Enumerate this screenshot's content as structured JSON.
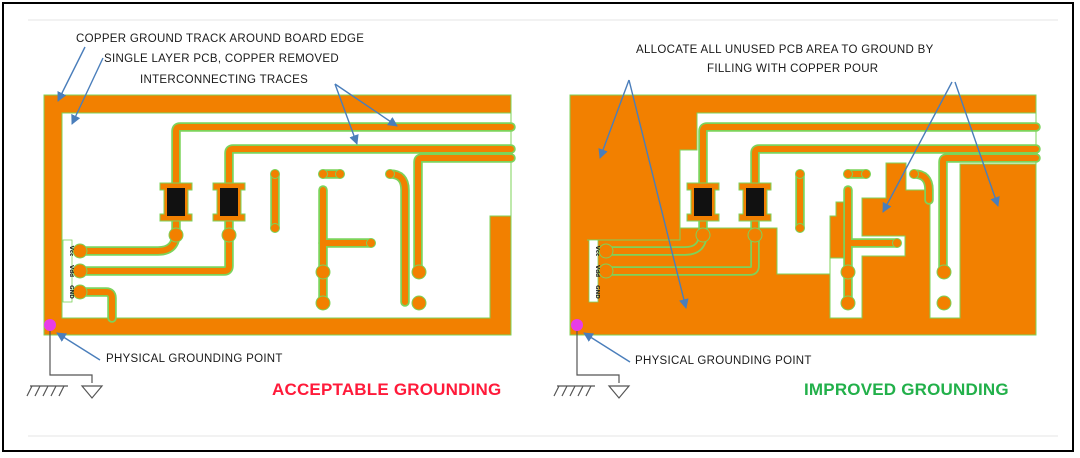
{
  "colors": {
    "copper": "#F28000",
    "trace_edge": "#7CD35A",
    "arrow": "#4A7EBB",
    "ground_point": "#E83CE8",
    "acceptable": "#FF1A3A",
    "improved": "#22B04A"
  },
  "left_panel": {
    "labels": {
      "copper_track": "COPPER GROUND TRACK AROUND BOARD EDGE",
      "single_layer": "SINGLE LAYER PCB, COPPER REMOVED",
      "interconnecting": "INTERCONNECTING TRACES",
      "grounding_point": "PHYSICAL GROUNDING POINT"
    },
    "connector_pins": [
      "Vcc",
      "Vdd",
      "GND"
    ],
    "caption": "ACCEPTABLE GROUNDING"
  },
  "right_panel": {
    "labels": {
      "allocate_line1": "ALLOCATE ALL UNUSED PCB AREA TO GROUND BY",
      "allocate_line2": "FILLING WITH COPPER POUR",
      "grounding_point": "PHYSICAL GROUNDING POINT"
    },
    "connector_pins": [
      "Vcc",
      "Vdd",
      "GND"
    ],
    "caption": "IMPROVED GROUNDING"
  }
}
